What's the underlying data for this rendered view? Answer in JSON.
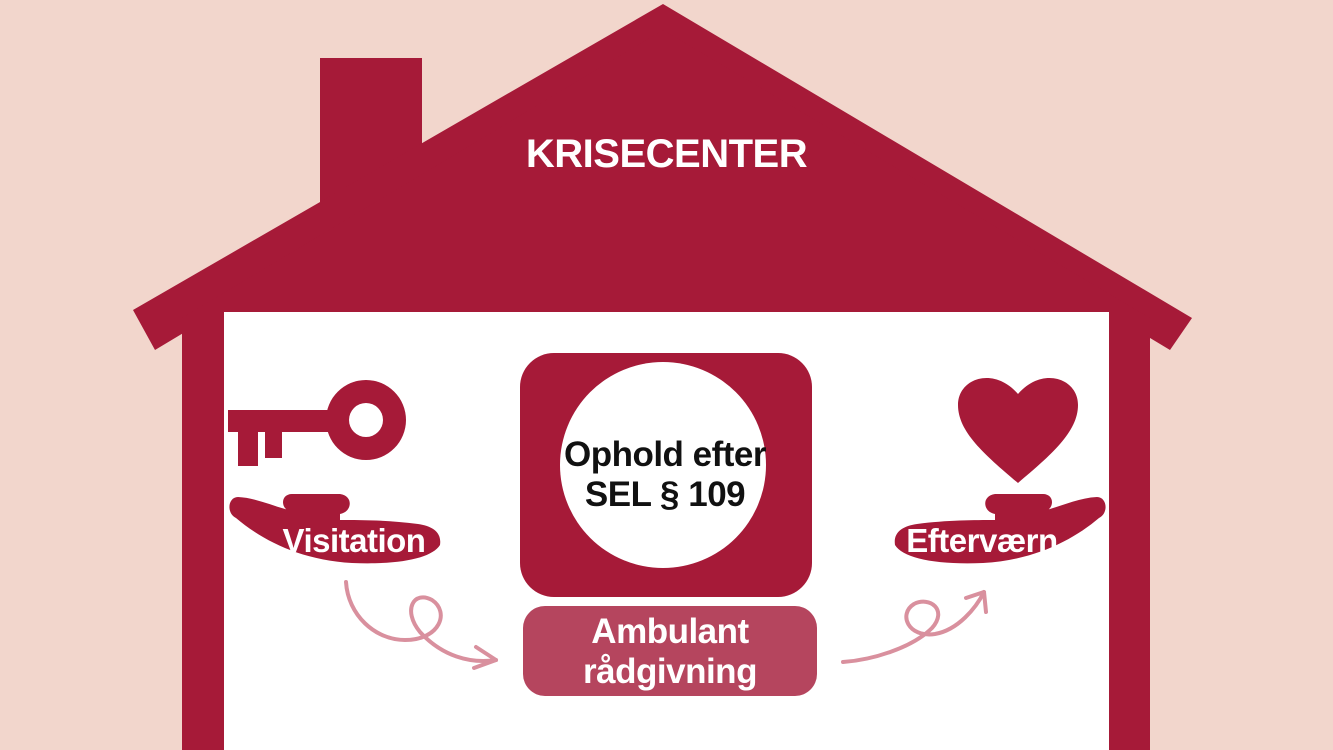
{
  "title": "KRISECENTER",
  "center": {
    "line1": "Ophold efter",
    "line2": "SEL § 109"
  },
  "left_step": {
    "label": "Visitation",
    "icon": "key-icon"
  },
  "right_step": {
    "label": "Efterværn",
    "icon": "heart-icon"
  },
  "ambulant": {
    "line1": "Ambulant",
    "line2": "rådgivning"
  },
  "colors": {
    "background": "#f2d6cc",
    "house": "#a61a38",
    "interior": "#ffffff",
    "ambulant_box": "#b5455e",
    "arrows": "#d9909e"
  }
}
